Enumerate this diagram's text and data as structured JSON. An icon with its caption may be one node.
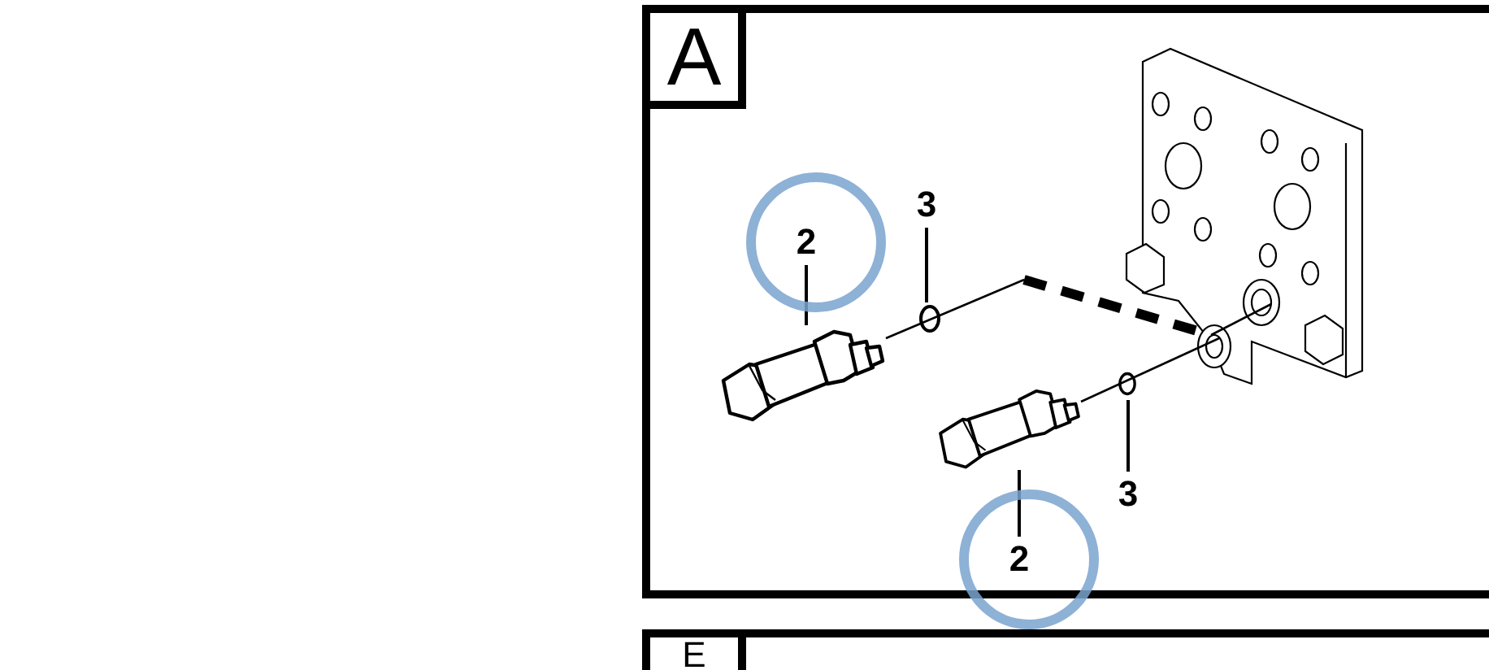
{
  "diagram": {
    "nodes": [
      {
        "text": [
          "A"
        ]
      },
      {
        "text": [
          "E"
        ]
      },
      {
        "text": [
          "2"
        ],
        "in": 0
      },
      {
        "text": [
          "3"
        ],
        "in": 0
      },
      {
        "text": [],
        "shape": "picture",
        "in": 0
      },
      {
        "text": [],
        "shape": "circle",
        "in": 0
      },
      {
        "text": [],
        "shape": "picture",
        "in": 0
      },
      {
        "text": [],
        "shape": "circle",
        "in": 0
      },
      {
        "text": [
          "3"
        ],
        "in": 0
      },
      {
        "text": [
          "2"
        ],
        "in": 0
      }
    ],
    "edges": [
      {
        "from": 2,
        "to": 4,
        "arrow": "none"
      },
      {
        "from": 3,
        "to": 5,
        "arrow": "none"
      },
      {
        "from": 8,
        "to": 7,
        "arrow": "none"
      },
      {
        "from": 9,
        "to": 6,
        "arrow": "none"
      }
    ]
  }
}
